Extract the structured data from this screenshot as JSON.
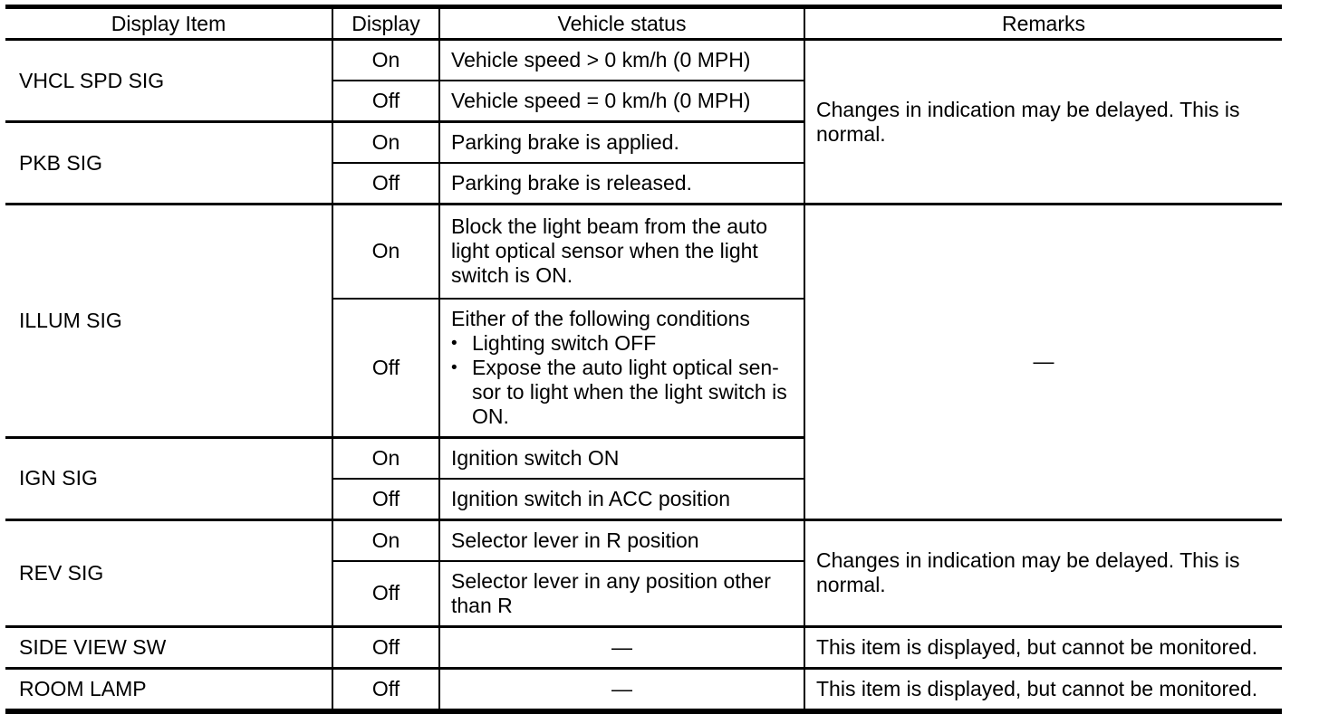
{
  "table": {
    "headers": {
      "display_item": "Display Item",
      "display": "Display",
      "vehicle_status": "Vehicle status",
      "remarks": "Remarks"
    },
    "items": {
      "vhcl_spd_sig": {
        "label": "VHCL SPD SIG",
        "on": "On",
        "off": "Off",
        "on_status": "Vehicle speed > 0 km/h (0 MPH)",
        "off_status": "Vehicle speed = 0 km/h (0 MPH)"
      },
      "pkb_sig": {
        "label": "PKB SIG",
        "on": "On",
        "off": "Off",
        "on_status": "Parking brake is applied.",
        "off_status": "Parking brake is released."
      },
      "illum_sig": {
        "label": "ILLUM SIG",
        "on": "On",
        "off": "Off",
        "on_status": "Block the light beam from the auto light optical sensor when the light switch is ON.",
        "off_status_intro": "Either of the following conditions",
        "off_status_bullets": [
          "Lighting switch OFF",
          "Expose the auto light optical sen­sor to light when the light switch is ON."
        ]
      },
      "ign_sig": {
        "label": "IGN SIG",
        "on": "On",
        "off": "Off",
        "on_status": "Ignition switch ON",
        "off_status": "Ignition switch in ACC position"
      },
      "rev_sig": {
        "label": "REV SIG",
        "on": "On",
        "off": "Off",
        "on_status": "Selector lever in R position",
        "off_status": "Selector lever in any position other than R"
      },
      "side_view_sw": {
        "label": "SIDE VIEW SW",
        "off": "Off",
        "off_status": "—"
      },
      "room_lamp": {
        "label": "ROOM LAMP",
        "off": "Off",
        "off_status": "—"
      }
    },
    "remarks": {
      "vhcl_pkb": "Changes in indication may be delayed. This is normal.",
      "illum_ign": "—",
      "rev": "Changes in indication may be delayed. This is normal.",
      "side_view_sw": "This item is displayed, but cannot be monitored.",
      "room_lamp": "This item is displayed, but cannot be monitored."
    }
  }
}
